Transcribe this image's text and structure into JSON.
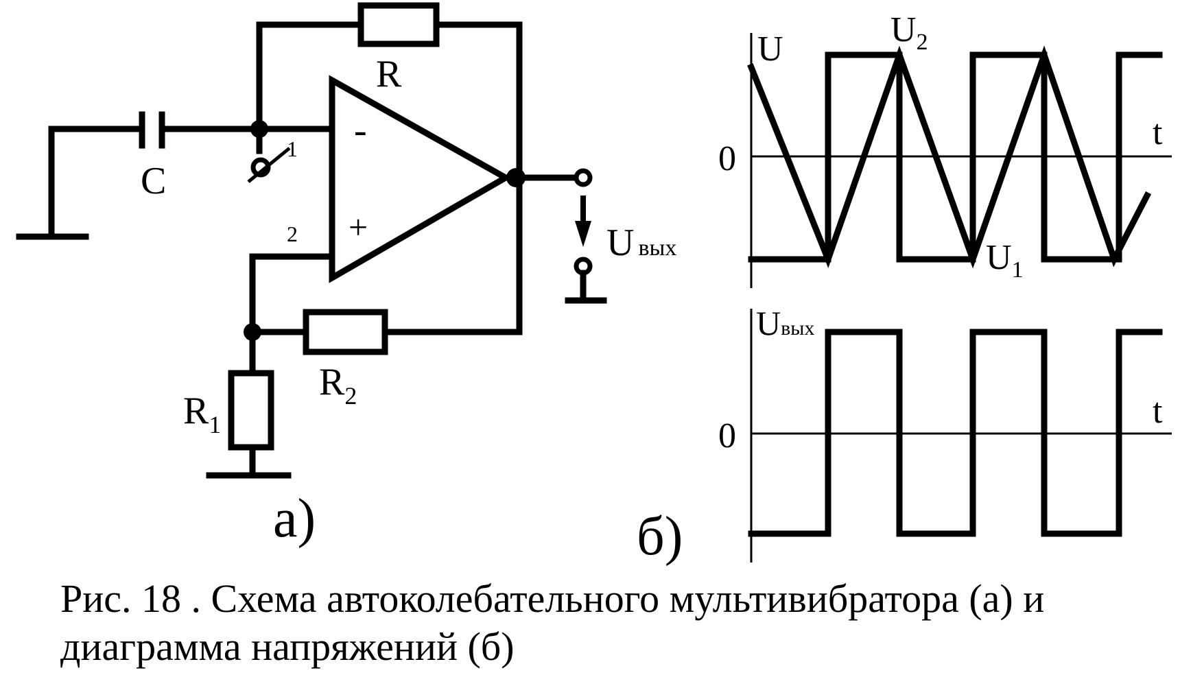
{
  "circuit": {
    "capacitor_label": "C",
    "resistor_feedback_label": "R",
    "resistor_r1_label": "R",
    "resistor_r1_sub": "1",
    "resistor_r2_label": "R",
    "resistor_r2_sub": "2",
    "inverting_sign": "-",
    "noninverting_sign": "+",
    "node1_label": "1",
    "node2_label": "2",
    "output_label": "U",
    "output_sub": "вых",
    "panel_label": "а)"
  },
  "diagram": {
    "panel_label": "б)",
    "top": {
      "y_label": "U",
      "x_label": "t",
      "zero_label": "0",
      "u2_label": "U",
      "u2_sub": "2",
      "u1_label": "U",
      "u1_sub": "1"
    },
    "bottom": {
      "y_label": "U",
      "y_sub": "вых",
      "x_label": "t",
      "zero_label": "0"
    }
  },
  "caption": {
    "line1": "Рис. 18 . Схема автоколебательного мультивибратора (а) и",
    "line2": "диаграмма напряжений (б)"
  }
}
